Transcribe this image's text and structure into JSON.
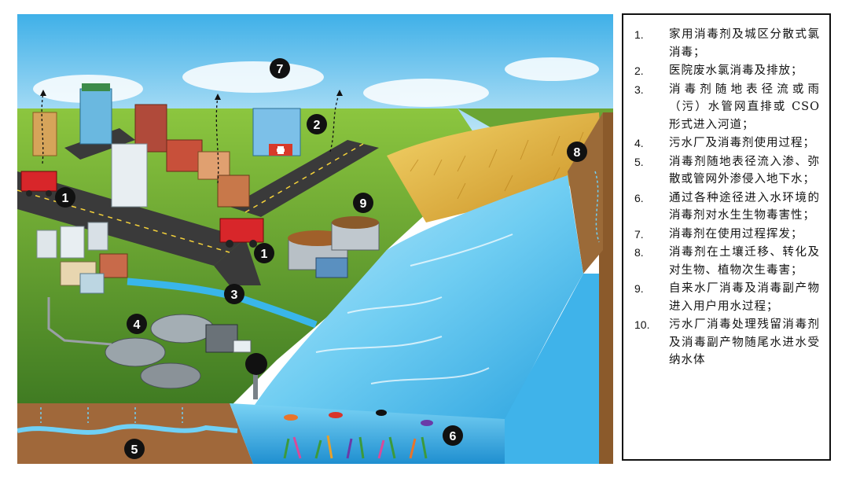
{
  "diagram": {
    "badges": {
      "b1a": "1",
      "b1b": "1",
      "b2": "2",
      "b3": "3",
      "b4": "4",
      "b5": "5",
      "b6": "6",
      "b7": "7",
      "b8": "8",
      "b9": "9"
    },
    "colors": {
      "sky_top": "#3fb0e8",
      "sky_bottom": "#dff3fb",
      "grass": "#5f9b2c",
      "field": "#e6b63a",
      "water": "#5ec4ef",
      "soil": "#a0683a",
      "road": "#3a3a3a"
    }
  },
  "legend": {
    "items": [
      {
        "num": "1.",
        "text": "家用消毒剂及城区分散式氯消毒；"
      },
      {
        "num": "2.",
        "text": "医院废水氯消毒及排放；"
      },
      {
        "num": "3.",
        "text": "消毒剂随地表径流或雨（污）水管网直排或 CSO 形式进入河道；"
      },
      {
        "num": "4.",
        "text": "污水厂及消毒剂使用过程；"
      },
      {
        "num": "5.",
        "text": "消毒剂随地表径流入渗、弥散或管网外渗侵入地下水；"
      },
      {
        "num": "6.",
        "text": "通过各种途径进入水环境的消毒剂对水生生物毒害性；"
      },
      {
        "num": "7.",
        "text": "消毒剂在使用过程挥发；"
      },
      {
        "num": "8.",
        "text": "消毒剂在土壤迁移、转化及对生物、植物次生毒害；"
      },
      {
        "num": "9.",
        "text": "自来水厂消毒及消毒副产物进入用户用水过程；"
      },
      {
        "num": "10.",
        "text": "污水厂消毒处理残留消毒剂及消毒副产物随尾水进水受纳水体"
      }
    ]
  }
}
